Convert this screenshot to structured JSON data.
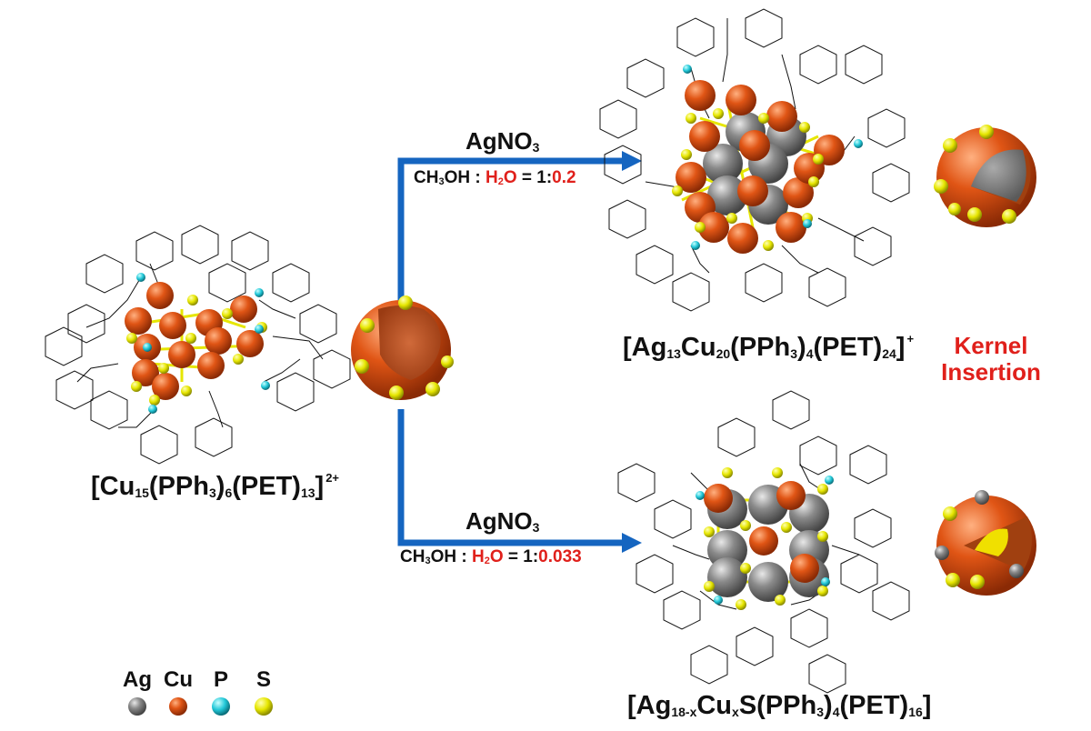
{
  "start_cluster": {
    "prefix": "[Cu",
    "cu_sub": "15",
    "ligand1": "(PPh",
    "ph_sub": "3",
    "close1": ")",
    "ligand1_count": "6",
    "ligand2": "(PET)",
    "ligand2_count": "13",
    "bracket": "]",
    "charge": "2+"
  },
  "upper_path": {
    "reagent_main": "AgNO",
    "reagent_sub": "3",
    "solvent_a": "CH",
    "solvent_a_sub": "3",
    "solvent_a_rest": "OH : ",
    "solvent_b": "H",
    "solvent_b_sub": "2",
    "solvent_b_rest": "O",
    "ratio_prefix": " = 1:",
    "ratio_value": "0.2"
  },
  "lower_path": {
    "reagent_main": "AgNO",
    "reagent_sub": "3",
    "solvent_a": "CH",
    "solvent_a_sub": "3",
    "solvent_a_rest": "OH : ",
    "solvent_b": "H",
    "solvent_b_sub": "2",
    "solvent_b_rest": "O",
    "ratio_prefix": " = 1:",
    "ratio_value": "0.033"
  },
  "upper_product": {
    "p1": "[Ag",
    "s1": "13",
    "p2": "Cu",
    "s2": "20",
    "p3": "(PPh",
    "s3": "3",
    "p4": ")",
    "s4": "4",
    "p5": "(PET)",
    "s5": "24",
    "p6": "]",
    "charge": "+"
  },
  "lower_product": {
    "p1": "[Ag",
    "s1": "18-x",
    "p2": "Cu",
    "s2": "x",
    "p3": "S(PPh",
    "s3": "3",
    "p4": ")",
    "s4": "4",
    "p5": "(PET)",
    "s5": "16",
    "p6": "]"
  },
  "annotation": {
    "line1": "Kernel",
    "line2": "Insertion"
  },
  "legend": {
    "items": [
      {
        "label": "Ag",
        "color": "#8a8a8a"
      },
      {
        "label": "Cu",
        "color": "#e05515"
      },
      {
        "label": "P",
        "color": "#22c8d8"
      },
      {
        "label": "S",
        "color": "#e6e600"
      }
    ]
  },
  "colors": {
    "arrow": "#1565c0",
    "copper": "#e05515",
    "silver": "#8a8a8a",
    "sulfur": "#e6e600",
    "phosphorus": "#22c8d8",
    "accent_red": "#e0201b"
  }
}
